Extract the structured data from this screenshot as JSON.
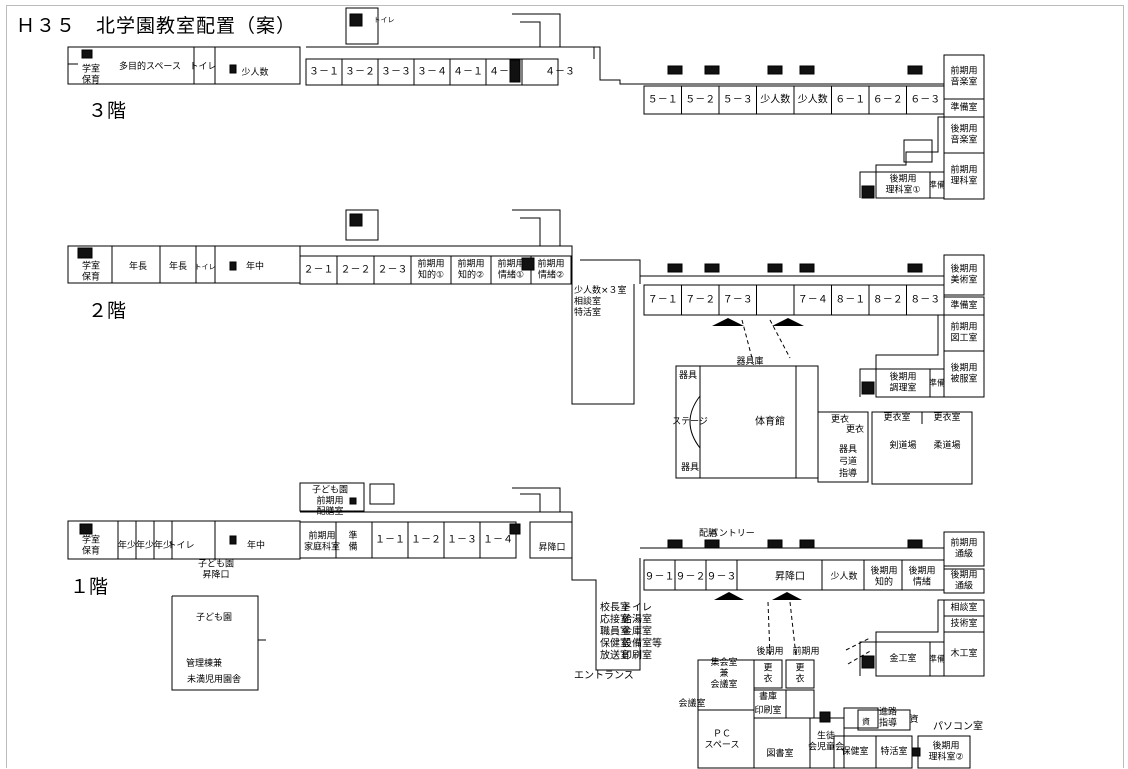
{
  "title": "Ｈ３５　北学園教室配置（案）",
  "floors": {
    "f3": {
      "label": "３階",
      "rooms": [
        "学室保育",
        "多目的スペース",
        "トイレ",
        "少人数",
        "３－１",
        "３－２",
        "３－３",
        "３－４",
        "４－１",
        "４－２",
        "４－３",
        "５－１",
        "５－２",
        "５－３",
        "少人数",
        "少人数",
        "６－１",
        "６－２",
        "６－３",
        "前期用音楽室",
        "準備室",
        "後期用音楽室",
        "前期用理科室",
        "後期用理科室①",
        "準備"
      ]
    },
    "f2": {
      "label": "２階",
      "rooms": [
        "学室保育",
        "年長",
        "年長",
        "トイレ",
        "年中",
        "２－１",
        "２－２",
        "２－３",
        "前期用知的①",
        "前期用知的②",
        "前期用情緒①",
        "前期用情緒②",
        "少人数×３室相談室特活室",
        "７－１",
        "７－２",
        "７－３",
        "７－４",
        "８－１",
        "８－２",
        "８－３",
        "後期用美術室",
        "準備室",
        "前期用図工室",
        "後期用被服室",
        "後期用調理室",
        "準備",
        "器具庫",
        "器具",
        "器具",
        "ステージ",
        "体育館",
        "更衣",
        "更衣",
        "更衣室",
        "更衣室",
        "剣道場",
        "柔道場",
        "器具",
        "弓道",
        "指導"
      ]
    },
    "f1": {
      "label": "１階",
      "rooms": [
        "学室保育",
        "年少",
        "年少",
        "年少",
        "トイレ",
        "年中",
        "子ども園昇降口",
        "子ども園",
        "管理棟兼",
        "未満児用園舎",
        "子ども園前期用",
        "配膳室",
        "前期用家庭科室",
        "準備",
        "１－１",
        "１－２",
        "１－３",
        "１－４",
        "昇降口",
        "９－１",
        "９－２",
        "９－３",
        "昇降口",
        "少人数",
        "後期用知的",
        "後期用情緒",
        "前期用通級",
        "後期用通級",
        "相談室",
        "技術室",
        "金工室",
        "準備",
        "木工室",
        "校長室",
        "トイレ",
        "応接室",
        "給湯室",
        "職員室",
        "金庫室",
        "保健室",
        "設備室等",
        "放送室",
        "印刷室",
        "エントランス",
        "後期用",
        "前期用",
        "集会室兼会議室",
        "更衣",
        "更衣",
        "会議室",
        "書庫",
        "印刷室",
        "ＰＣスペース",
        "図書室",
        "生徒会児童会",
        "資",
        "進路指導",
        "資",
        "パソコン室",
        "保健室",
        "特活室",
        "後期用理科室②",
        "パントリー",
        "配膳"
      ]
    }
  }
}
